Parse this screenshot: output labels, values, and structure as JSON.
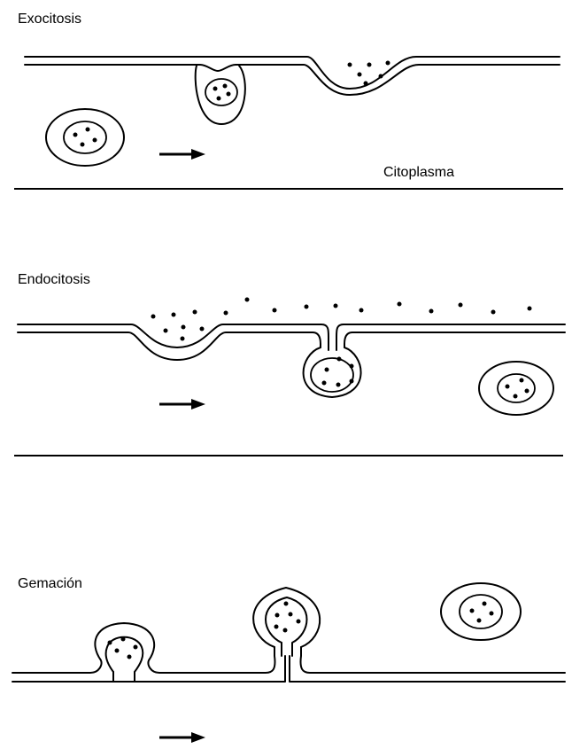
{
  "panels": [
    {
      "id": "exocytosis",
      "title": "Exocitosis",
      "region_label": "Citoplasma"
    },
    {
      "id": "endocytosis",
      "title": "Endocitosis"
    },
    {
      "id": "budding",
      "title": "Gemación"
    }
  ],
  "colors": {
    "ink": "#000000",
    "background": "#ffffff"
  }
}
